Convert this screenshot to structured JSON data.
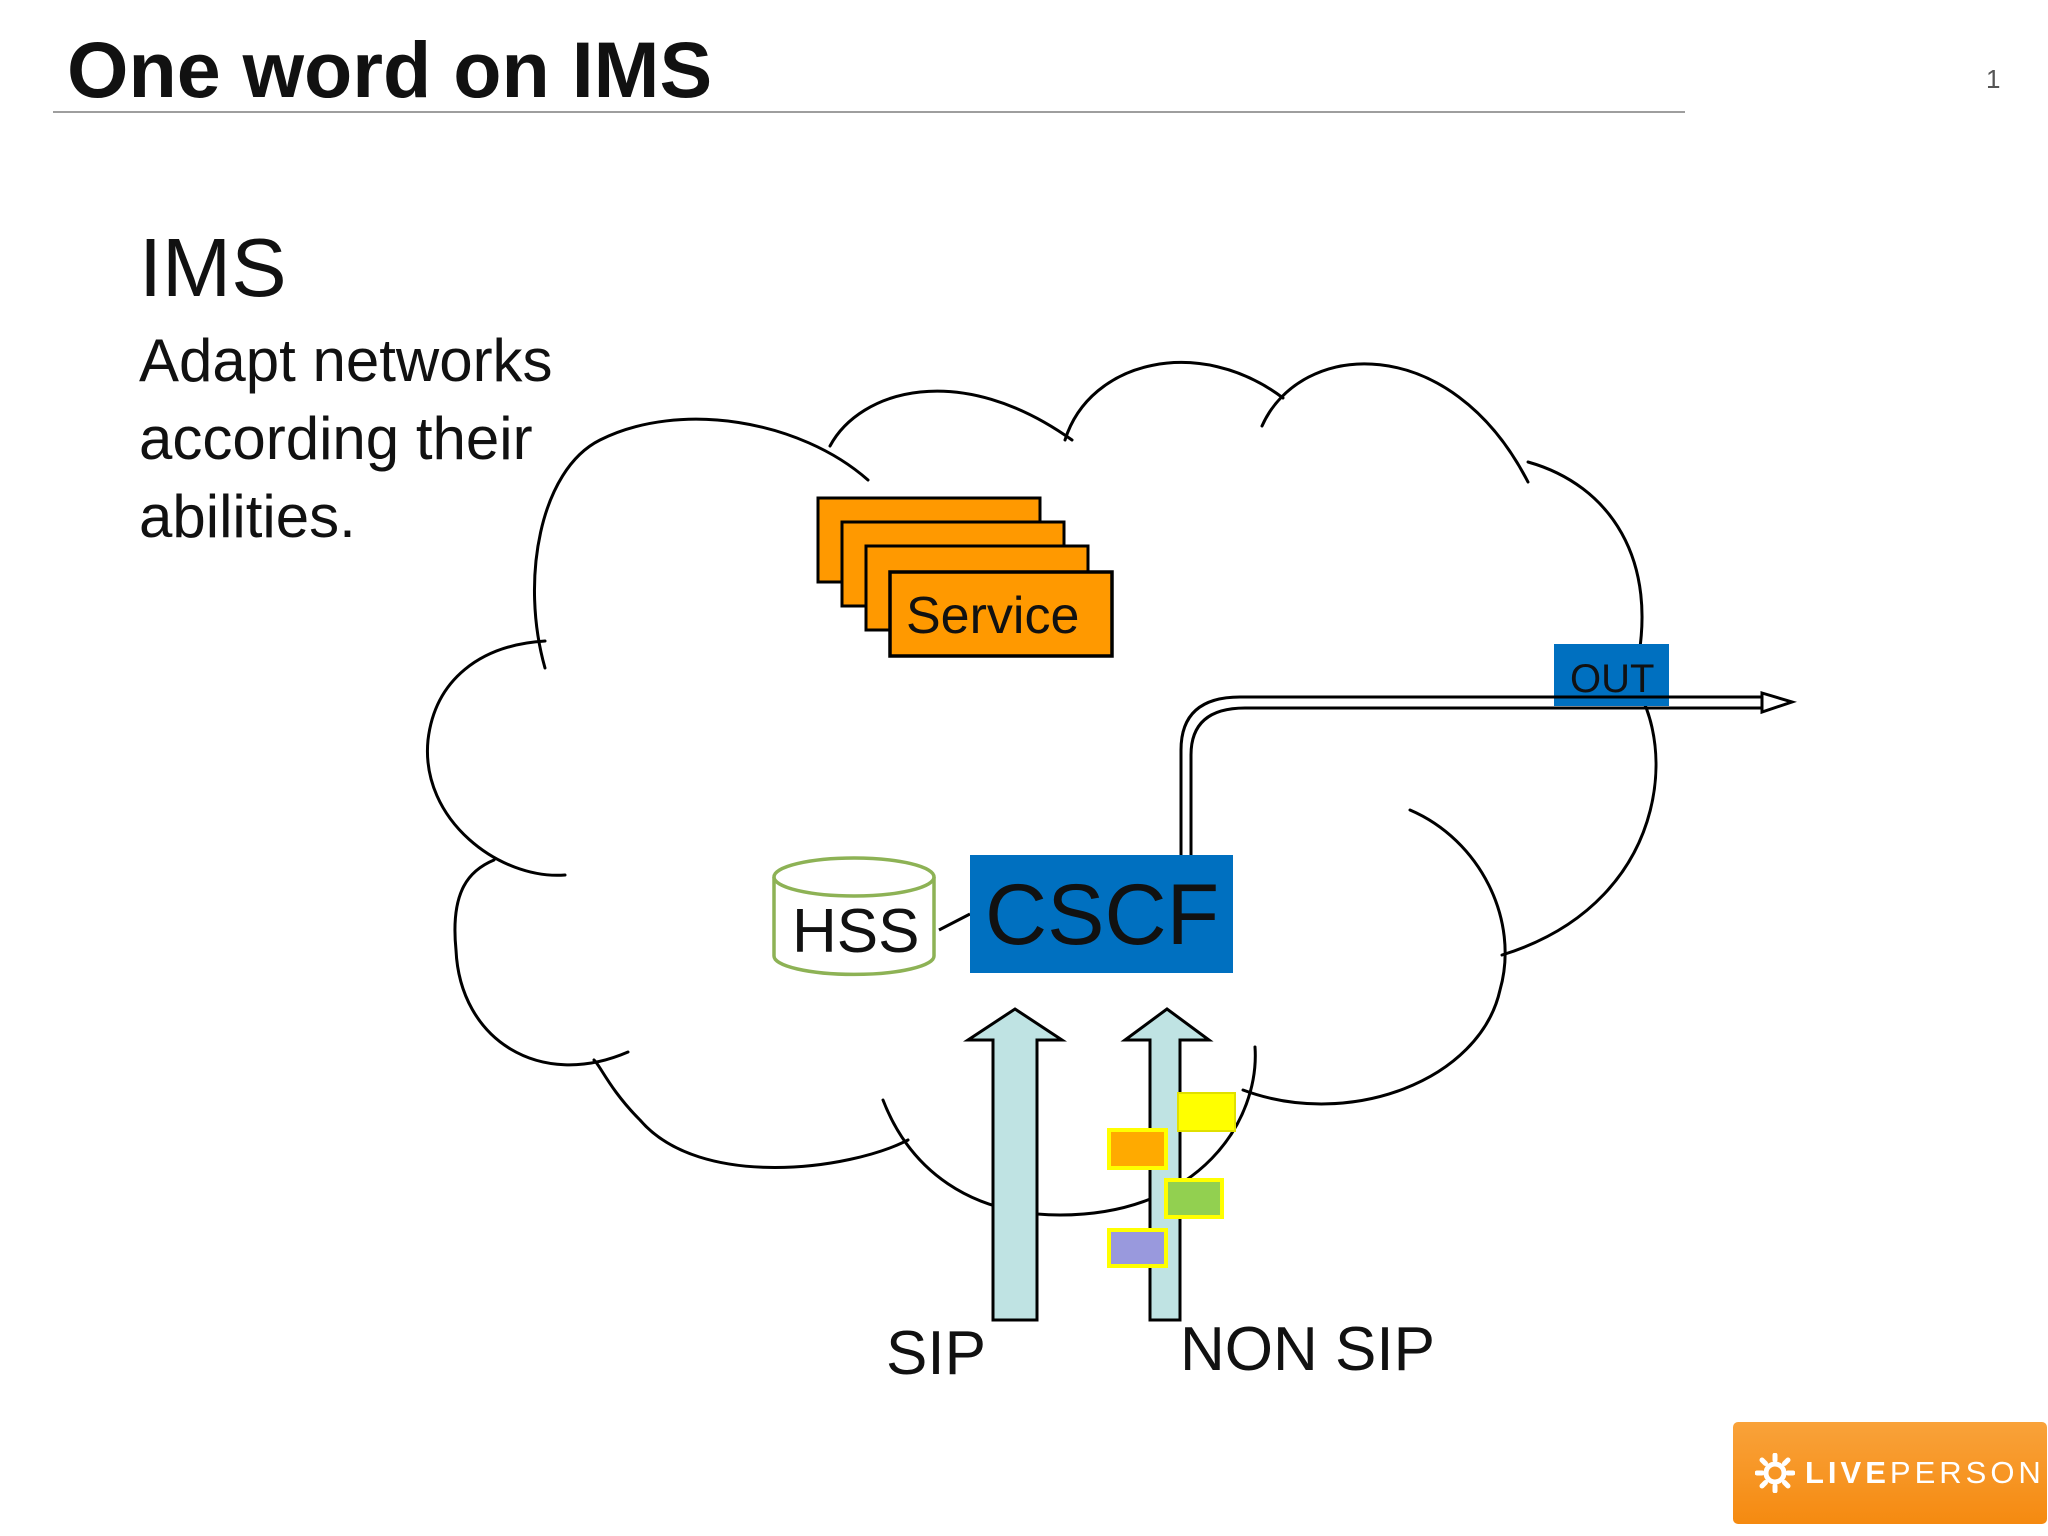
{
  "slide": {
    "title": "One word on IMS",
    "page_number": "1"
  },
  "content": {
    "heading": "IMS",
    "body_lines": [
      "Adapt networks",
      "according their",
      "abilities."
    ]
  },
  "diagram": {
    "service_label": "Service",
    "out_label": "OUT",
    "hss_label": "HSS",
    "cscf_label": "CSCF",
    "sip_label": "SIP",
    "non_sip_label": "NON SIP"
  },
  "colors": {
    "service_fill": "#ff9900",
    "cscf_fill": "#0070c0",
    "out_fill": "#0070c0",
    "hss_stroke": "#8db255",
    "arrow_fill": "#bfe3e3",
    "packet_orange": "#ffaa00",
    "packet_yellow": "#ffff00",
    "packet_green": "#92d050",
    "packet_purple": "#9999dd",
    "logo_orange": "#f7941d"
  },
  "logo": {
    "brand_bold": "LIVE",
    "brand_light": "PERSON",
    "icon": "sun-icon"
  }
}
